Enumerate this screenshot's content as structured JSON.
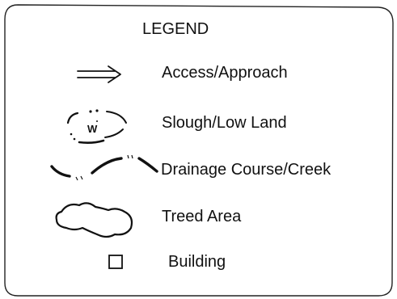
{
  "legend": {
    "title": "LEGEND",
    "items": [
      {
        "label": "Access/Approach",
        "icon": "double-arrow-icon"
      },
      {
        "label": "Slough/Low Land",
        "icon": "slough-icon",
        "icon_text": "W"
      },
      {
        "label": "Drainage Course/Creek",
        "icon": "creek-line-icon"
      },
      {
        "label": "Treed Area",
        "icon": "tree-outline-icon"
      },
      {
        "label": "Building",
        "icon": "square-icon"
      }
    ]
  },
  "colors": {
    "ink": "#111111",
    "background": "#ffffff"
  }
}
